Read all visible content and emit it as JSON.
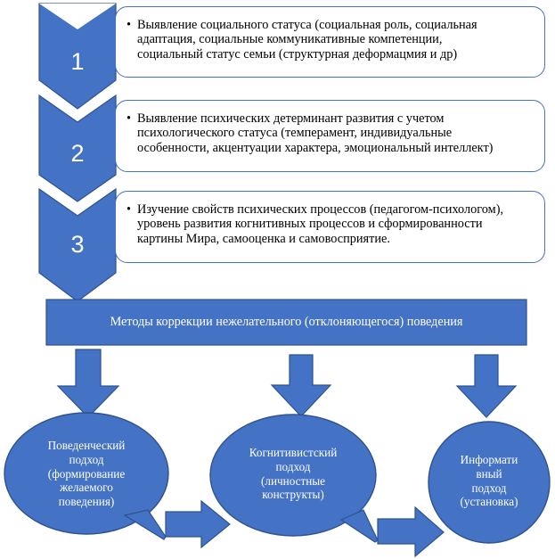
{
  "colors": {
    "blue_fill": "#4472c4",
    "blue_stroke": "#2f528f",
    "text_dark": "#000000",
    "text_light": "#ffffff"
  },
  "steps": [
    {
      "number": "1",
      "bullet": "•",
      "lines": [
        "Выявление социального статуса (социальная роль, социальная",
        "адаптация, социальные коммуникативные компетенции,",
        "социальный статус семьи (структурная деформацмия и др)"
      ]
    },
    {
      "number": "2",
      "bullet": "•",
      "lines": [
        "Выявление психических детерминант развития с учетом",
        "психологического статуса (темперамент, индивидуальные",
        "особенности, акцентуации характера, эмоциональный интеллект)"
      ]
    },
    {
      "number": "3",
      "bullet": "•",
      "lines": [
        "Изучение свойств психических процессов (педагогом-психологом),",
        "уровень развития когнитивных процессов и сформированности",
        "картины Мира, самооценка и самовосприятие."
      ]
    }
  ],
  "methods": {
    "title": "Методы коррекции нежелательного  (отклоняющегося) поведения"
  },
  "approaches": [
    {
      "lines": [
        "Поведенческий",
        "подход",
        "(формирование",
        "желаемого",
        "поведения)"
      ]
    },
    {
      "lines": [
        "Когнитивистский",
        "подход",
        "(личностные",
        "конструкты)"
      ]
    },
    {
      "lines": [
        "Информати",
        "вный",
        "подход",
        "(установка)"
      ]
    }
  ]
}
